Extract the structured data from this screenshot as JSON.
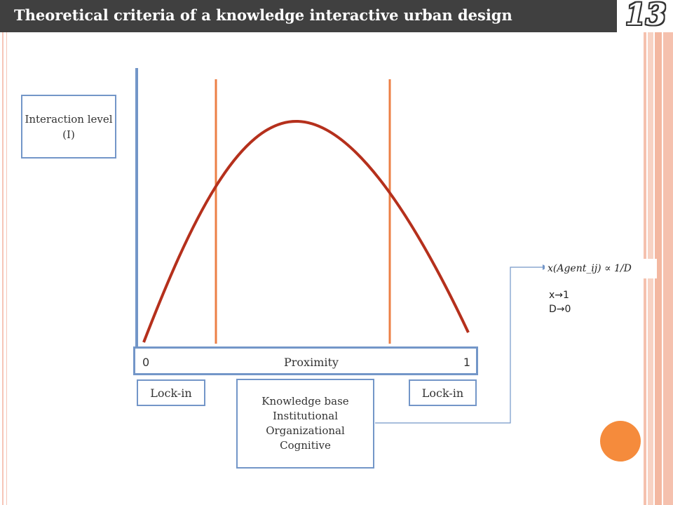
{
  "header": {
    "title": "Theoretical criteria of a knowledge interactive urban design",
    "slide_number": "13"
  },
  "diagram": {
    "y_box_label": "Interaction level (I)",
    "axis": {
      "start": "0",
      "label": "Proximity",
      "end": "1"
    },
    "lock_in_left": "Lock-in",
    "lock_in_right": "Lock-in",
    "knowledge": [
      "Knowledge base",
      "Institutional",
      "Organizational",
      "Cognitive"
    ],
    "formula": "x(Agent_ij) ∝ 1/D",
    "formula_lines": [
      "x→1",
      "D→0"
    ]
  },
  "colors": {
    "header_bg": "#404040",
    "curve": "#b5301c",
    "vertical_lines": "#ec7f45",
    "axis_blue": "#7396c8",
    "dot": "#f58b3c"
  }
}
